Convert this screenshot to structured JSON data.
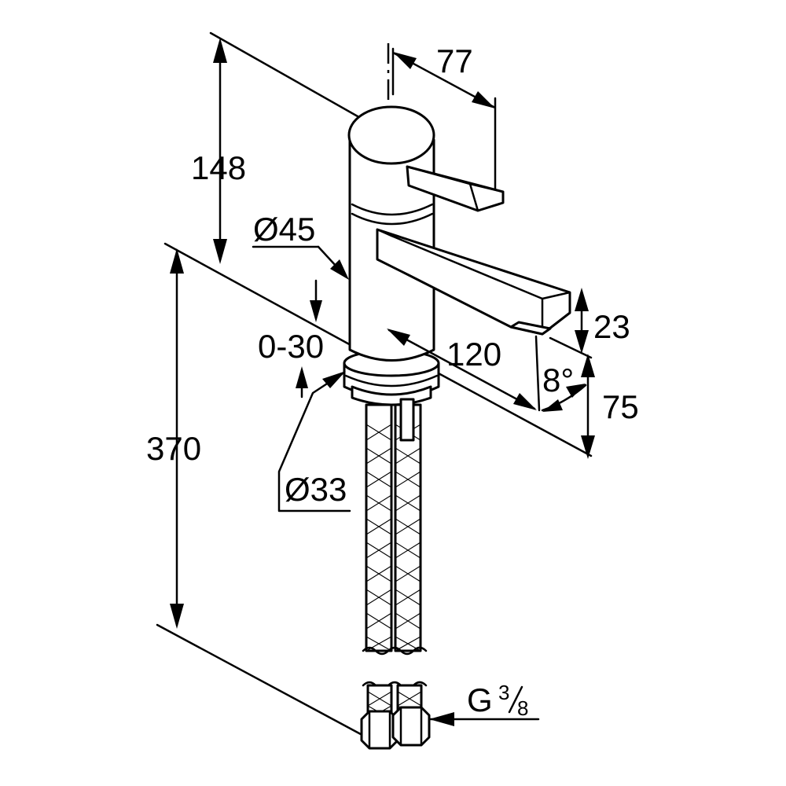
{
  "dimensions": {
    "lever_reach": "77",
    "height_to_spout": "148",
    "body_diameter": "Ø45",
    "deck_thickness": "0-30",
    "base_diameter": "Ø33",
    "total_height": "370",
    "spout_projection": "120",
    "spout_height": "23",
    "spout_angle": "8°",
    "outlet_height": "75",
    "connection_thread_prefix": "G",
    "connection_thread_num": "3",
    "connection_thread_den": "8"
  }
}
